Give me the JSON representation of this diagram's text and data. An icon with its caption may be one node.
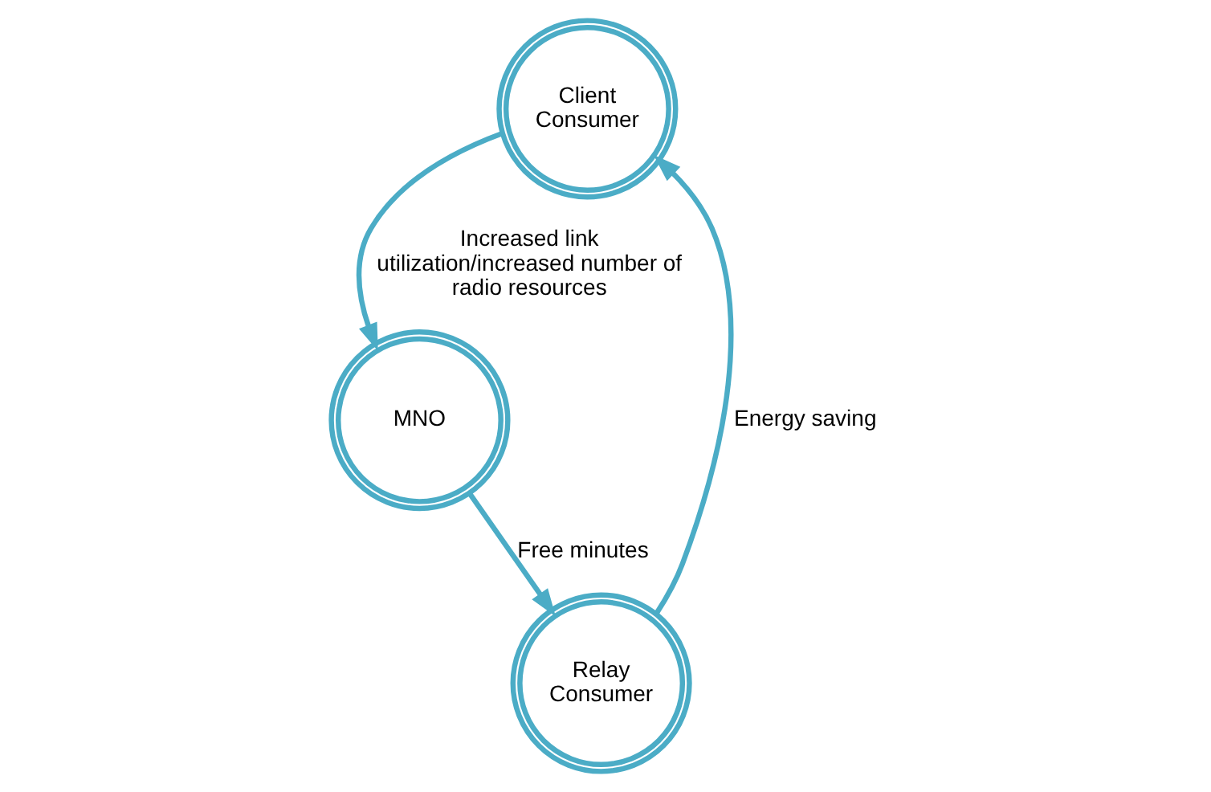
{
  "diagram": {
    "nodes": [
      {
        "text": [
          "Client Consumer"
        ]
      },
      {
        "text": [
          "MNO"
        ]
      },
      {
        "text": [
          "Relay Consumer"
        ]
      }
    ],
    "edges": [
      {
        "from": 0,
        "to": 1,
        "arrow": "to",
        "label": "Increased link utilization/increased number of radio resources"
      },
      {
        "from": 1,
        "to": 2,
        "arrow": "to",
        "label": "Free minutes"
      },
      {
        "from": 2,
        "to": 0,
        "arrow": "to",
        "label": "Energy saving"
      }
    ]
  }
}
